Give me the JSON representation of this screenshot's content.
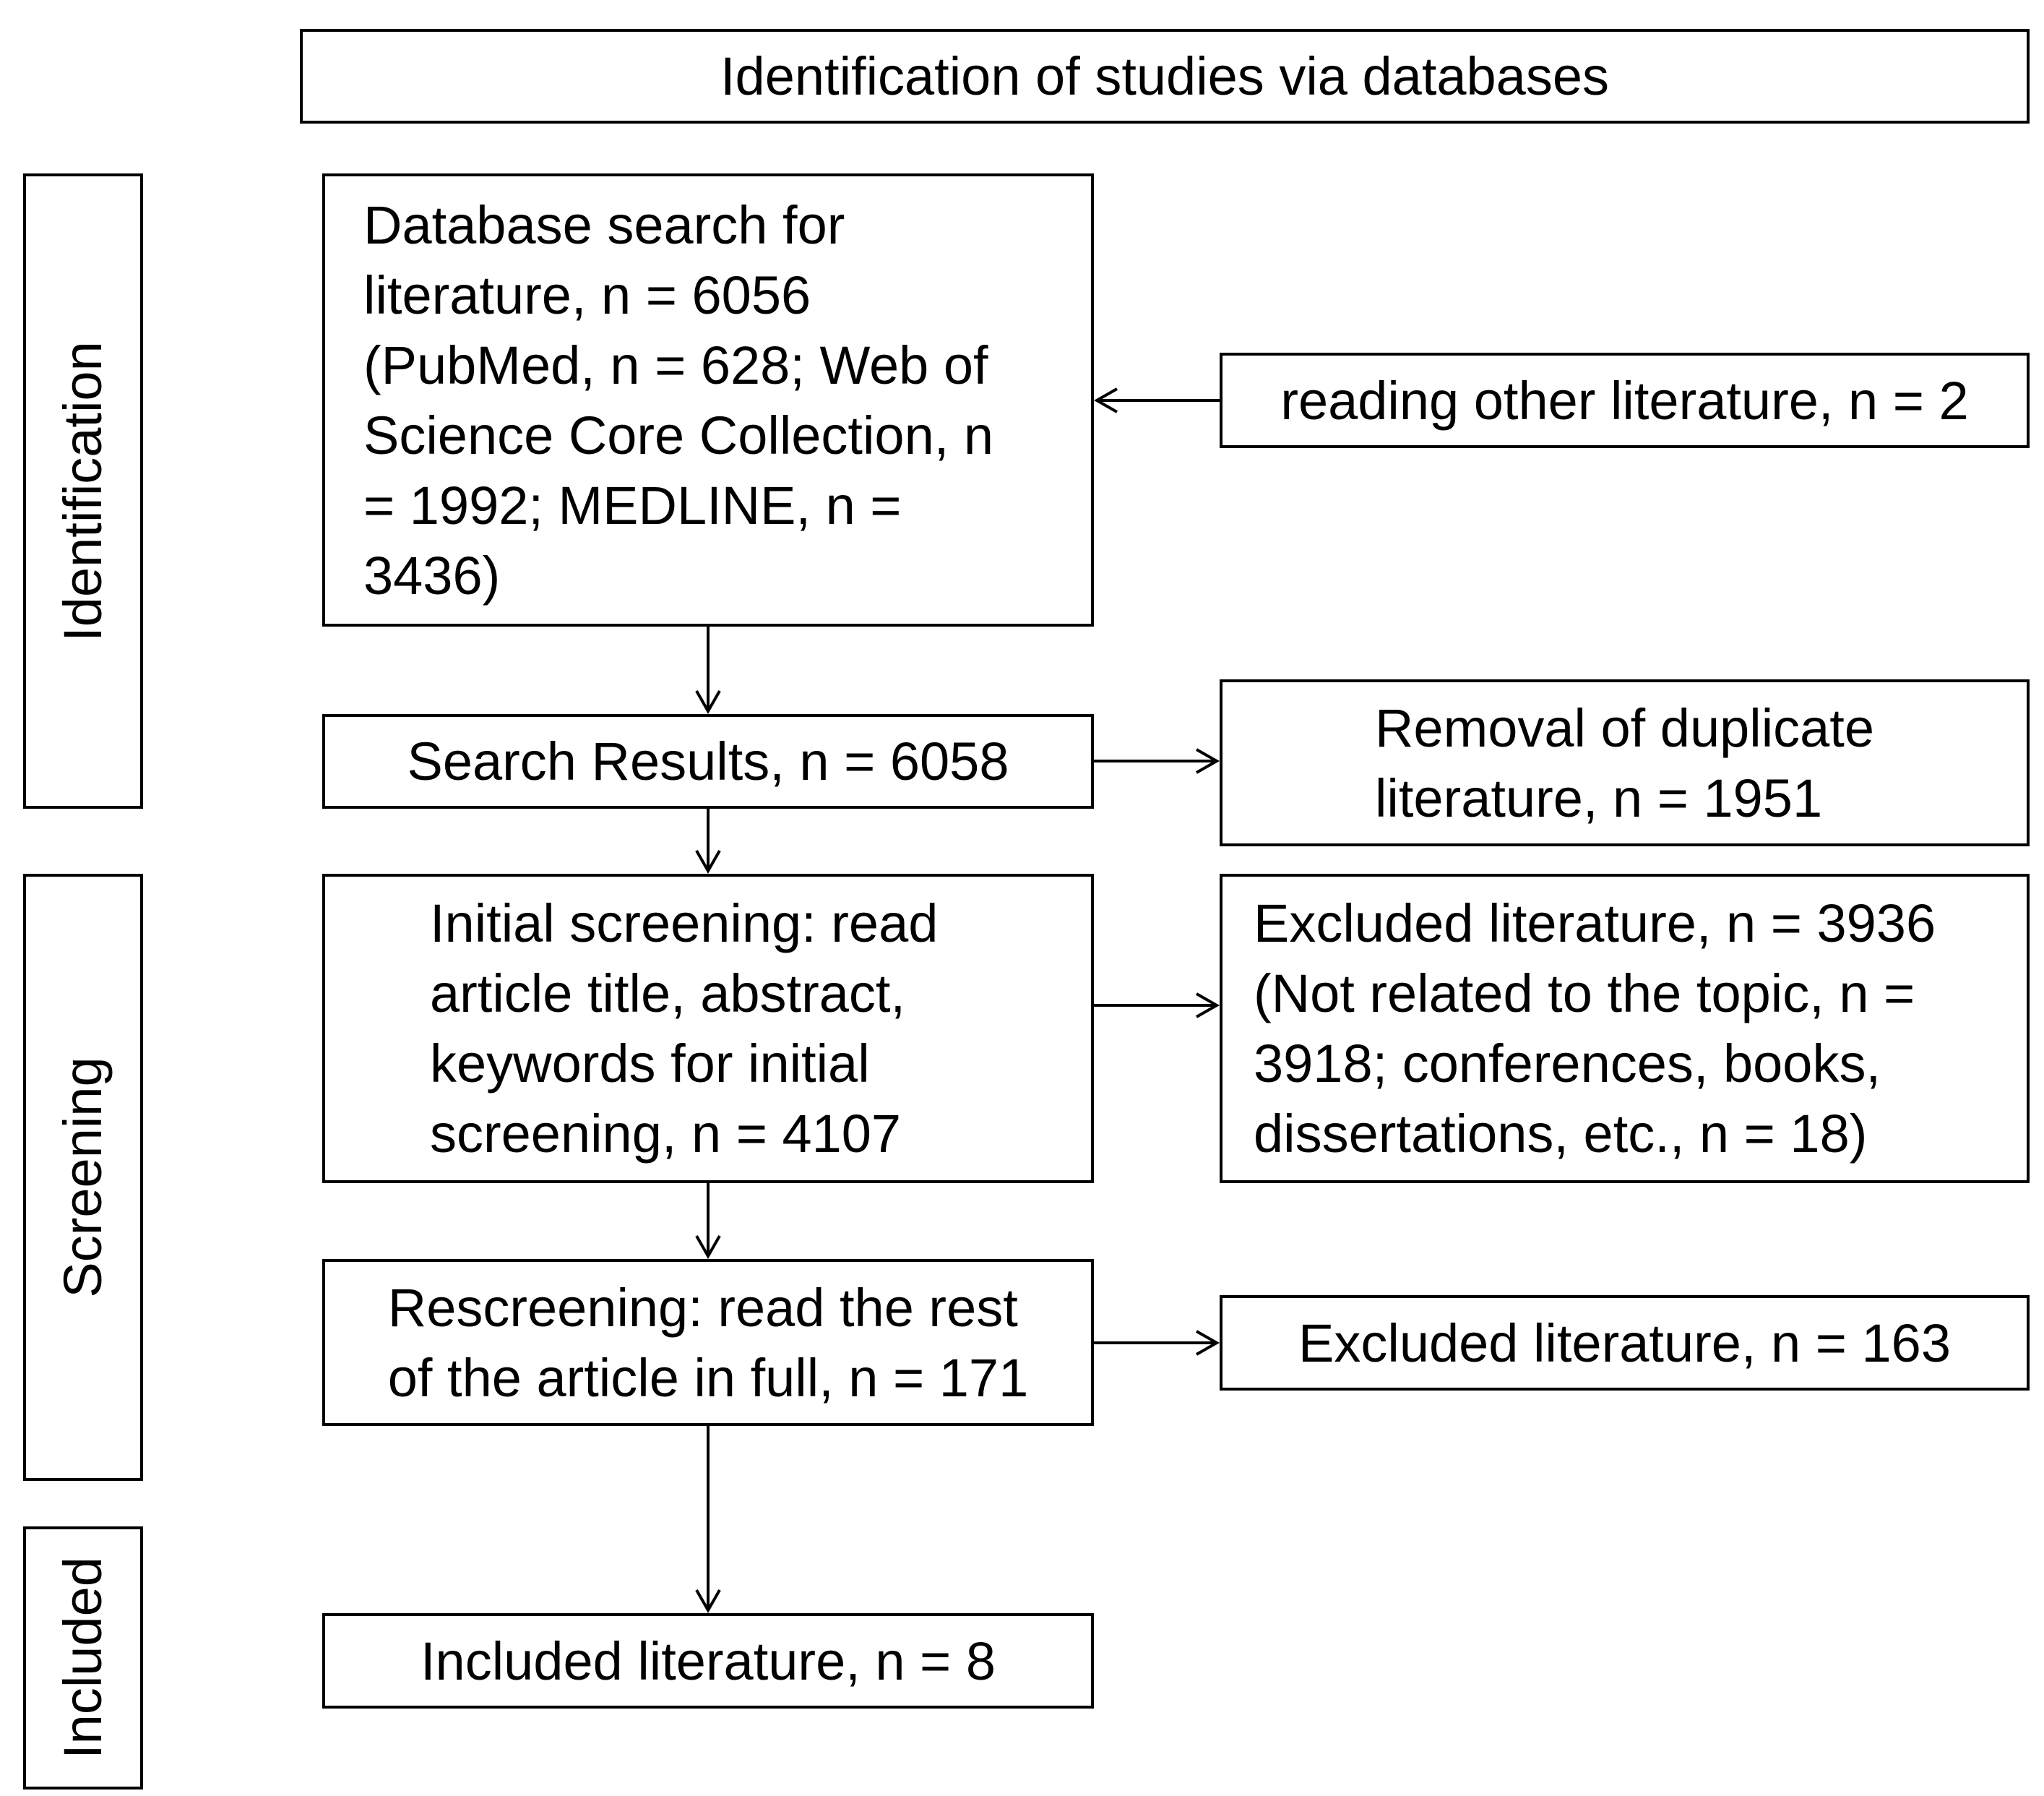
{
  "header": {
    "title": "Identification of studies via databases"
  },
  "stages": {
    "identification": "Identification",
    "screening": "Screening",
    "included": "Included"
  },
  "boxes": {
    "database_search": [
      "Database search for",
      "literature, n = 6056",
      "(PubMed, n = 628; Web of",
      "Science Core Collection, n",
      "= 1992; MEDLINE, n =",
      "3436)"
    ],
    "other_literature": "reading other literature, n = 2",
    "search_results": "Search Results, n = 6058",
    "duplicates_removed": [
      "Removal of duplicate",
      "literature, n = 1951"
    ],
    "initial_screening": [
      "Initial screening: read",
      "article title, abstract,",
      "keywords for initial",
      "screening, n = 4107"
    ],
    "excluded_initial": [
      "Excluded literature, n = 3936",
      "(Not related to the topic, n =",
      "3918; conferences, books,",
      "dissertations, etc., n = 18)"
    ],
    "rescreening": [
      "Rescreening: read the rest",
      "of the article in full, n = 171"
    ],
    "excluded_rescreening": "Excluded literature, n = 163",
    "included_literature": "Included literature, n = 8"
  }
}
